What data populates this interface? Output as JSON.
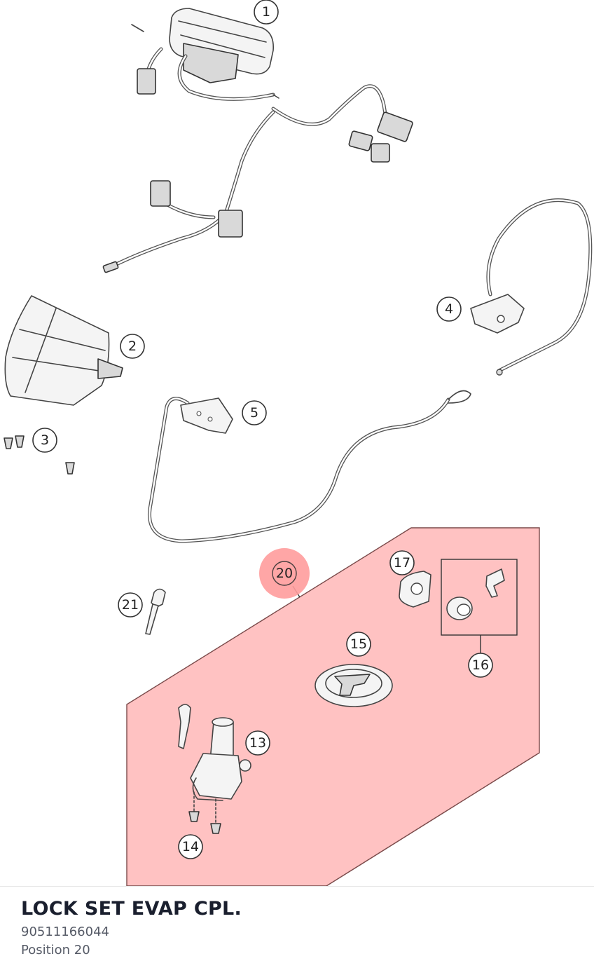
{
  "callouts": [
    {
      "id": "1",
      "label": "1"
    },
    {
      "id": "2",
      "label": "2"
    },
    {
      "id": "3",
      "label": "3"
    },
    {
      "id": "4",
      "label": "4"
    },
    {
      "id": "5",
      "label": "5"
    },
    {
      "id": "13",
      "label": "13"
    },
    {
      "id": "14",
      "label": "14"
    },
    {
      "id": "15",
      "label": "15"
    },
    {
      "id": "16",
      "label": "16"
    },
    {
      "id": "17",
      "label": "17"
    },
    {
      "id": "20",
      "label": "20"
    },
    {
      "id": "21",
      "label": "21"
    }
  ],
  "selected_position": "20",
  "colors": {
    "highlight": "#ff9c9c",
    "title": "#1a1f2e",
    "subtext": "#555a66"
  },
  "info": {
    "title": "LOCK SET EVAP CPL.",
    "part_number": "90511166044",
    "position_label": "Position 20"
  }
}
